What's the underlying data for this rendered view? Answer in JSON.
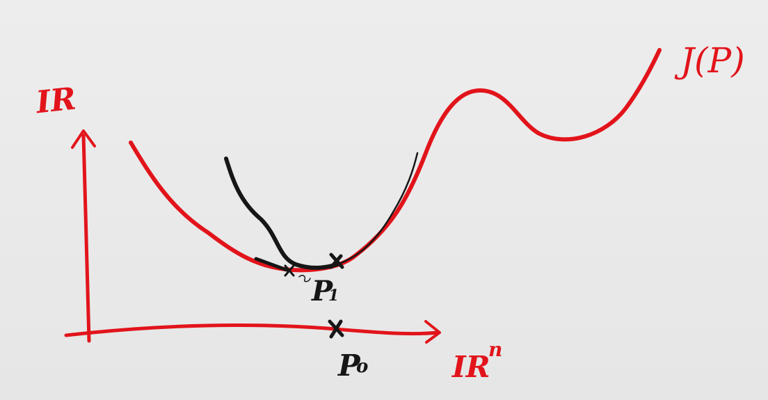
{
  "labels": {
    "y_axis": "IR",
    "x_axis": "IR",
    "x_axis_superscript": "n",
    "function": "J(P)",
    "point_p1": "P",
    "point_p1_subscript": "1",
    "point_p0": "P",
    "point_p0_subscript": "o"
  },
  "colors": {
    "red_ink": "#e2141b",
    "black_ink": "#161616",
    "board": "#ebebeb"
  }
}
